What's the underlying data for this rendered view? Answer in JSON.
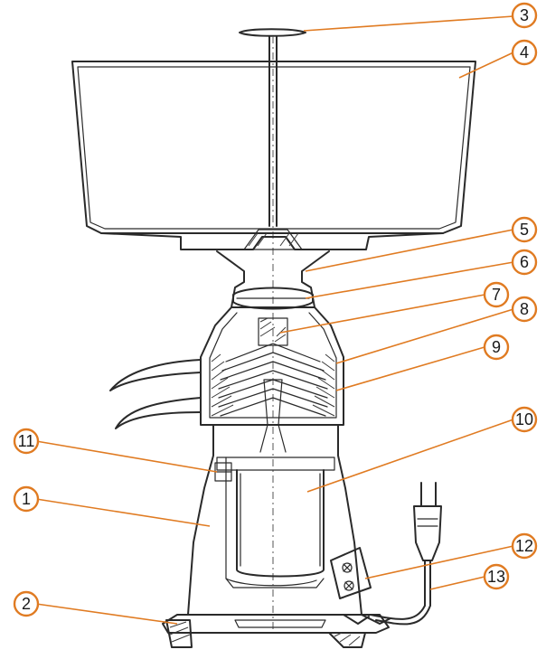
{
  "callouts": [
    {
      "id": "1",
      "label": "1"
    },
    {
      "id": "2",
      "label": "2"
    },
    {
      "id": "3",
      "label": "3"
    },
    {
      "id": "4",
      "label": "4"
    },
    {
      "id": "5",
      "label": "5"
    },
    {
      "id": "6",
      "label": "6"
    },
    {
      "id": "7",
      "label": "7"
    },
    {
      "id": "8",
      "label": "8"
    },
    {
      "id": "9",
      "label": "9"
    },
    {
      "id": "10",
      "label": "10"
    },
    {
      "id": "11",
      "label": "11"
    },
    {
      "id": "12",
      "label": "12"
    },
    {
      "id": "13",
      "label": "13"
    }
  ],
  "colors": {
    "callout": "#e07b22",
    "line": "#2a2a2a"
  }
}
